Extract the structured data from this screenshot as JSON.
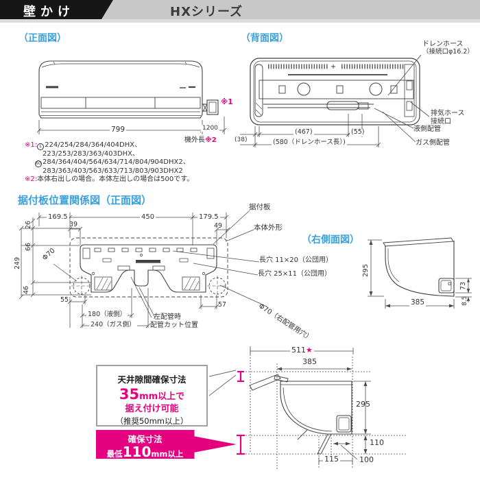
{
  "header": {
    "category": "壁かけ",
    "series": "HXシリーズ"
  },
  "front": {
    "title": "（正面図）",
    "dim_width": "799",
    "dim_ext": "1200",
    "ext_label": "機外長",
    "ref2": "※2",
    "ref1": "※1"
  },
  "notes": {
    "n1_label": "※1:",
    "n1_sym1": "L",
    "n1_line1": "224/254/284/364/404DHX、",
    "n1_line2": "223/253/283/363/403DHX、",
    "n1_sym2": "60",
    "n1_line3": "284/364/404/564/634/714/804/904DHX2、",
    "n1_line4": "283/363/403/563/633/713/803/903DHX2",
    "n2_label": "※2:",
    "n2_text": "本体右出しの場合。本体左出しの場合は500です。"
  },
  "back": {
    "title": "（背面図）",
    "drain_hose": "ドレンホース",
    "drain_port": "（接続口φ16.2）",
    "exhaust_hose": "排気ホース",
    "exhaust_port": "接続口",
    "liquid_pipe": "液側配管",
    "gas_pipe": "ガス側配管",
    "dim_38": "(38)",
    "dim_467": "(467)",
    "dim_55": "(55)",
    "dim_580": "(580（ドレンホース長）)"
  },
  "plate": {
    "title": "据付板位置関係図（正面図）",
    "dim_169_5": "169.5",
    "dim_450": "450",
    "dim_179_5": "179.5",
    "dim_39": "39",
    "dim_49": "49",
    "dim_26": "26",
    "dim_66": "66",
    "dim_249": "249",
    "dim_46": "46",
    "dim_55": "55",
    "dim_57": "57",
    "dim_phi70": "Φ70",
    "dim_liquid": "180（液側）",
    "dim_gas": "240（ガス側）",
    "cut_line1": "左配管時",
    "cut_line2": "配管カット位置",
    "lbl_plate": "据付板",
    "lbl_outline": "本体外形",
    "lbl_slot_a": "長穴 11×20（公団用）",
    "lbl_slot_b": "長穴 25×11（公団用）",
    "lbl_phi70_right": "Φ70（右配管用穴）"
  },
  "side": {
    "title": "（右側面図）",
    "dim_height": "295",
    "dim_depth": "385",
    "dim_box": "73",
    "dim_gap": "8.5"
  },
  "clearance": {
    "dim_511": "511",
    "star": "★",
    "dim_385": "385",
    "dim_295": "295",
    "dim_110": "110",
    "dim_115": "115",
    "dim_100": "100",
    "callout_l1": "天井隙間確保寸法",
    "callout_big": "35",
    "callout_l2b": "mm以上で",
    "callout_l3": "据え付け可能",
    "callout_l4": "（推奨50mm以上）",
    "banner_l1": "確保寸法",
    "banner_prefix": "最低",
    "banner_big": "110",
    "banner_suffix": "mm以上"
  },
  "colors": {
    "pink": "#e4007f",
    "blue": "#3aa0dc"
  }
}
